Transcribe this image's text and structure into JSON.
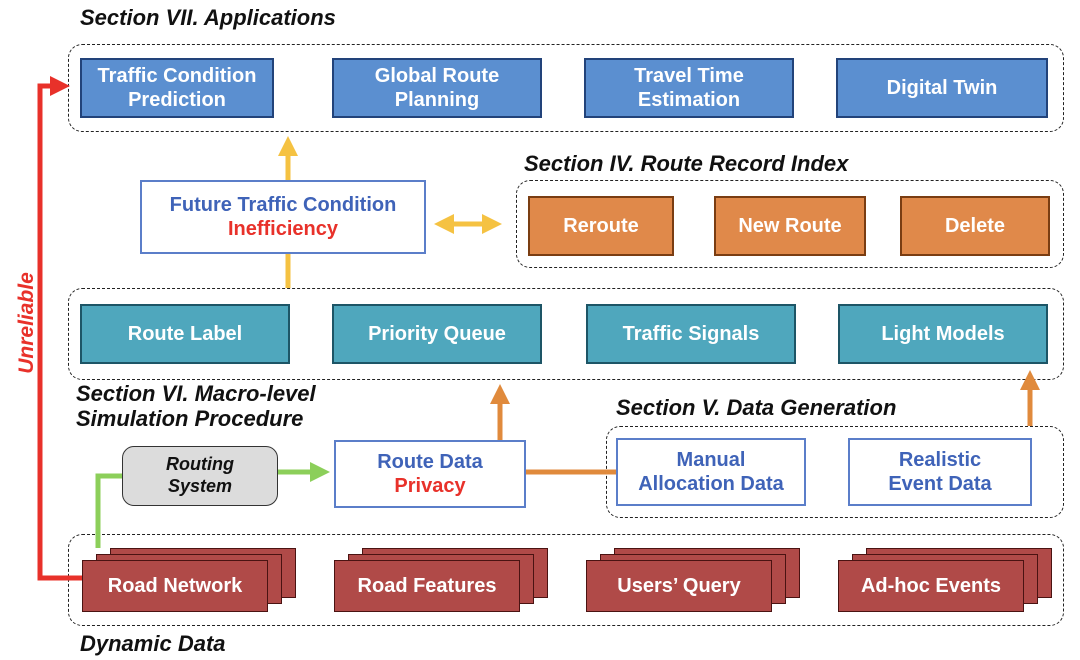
{
  "sections": {
    "applications": "Section VII. Applications",
    "route_record_index": "Section IV. Route Record Index",
    "macro_simulation_line1": "Section VI. Macro-level",
    "macro_simulation_line2": "Simulation Procedure",
    "data_generation": "Section V. Data Generation",
    "dynamic_data": "Dynamic Data"
  },
  "applications": [
    {
      "line1": "Traffic Condition",
      "line2": "Prediction"
    },
    {
      "line1": "Global Route",
      "line2": "Planning"
    },
    {
      "line1": "Travel Time",
      "line2": "Estimation"
    },
    {
      "line1": "Digital Twin",
      "line2": ""
    }
  ],
  "future_traffic": {
    "title": "Future Traffic Condition",
    "issue": "Inefficiency"
  },
  "route_record_ops": [
    "Reroute",
    "New Route",
    "Delete"
  ],
  "simulation_components": [
    "Route Label",
    "Priority Queue",
    "Traffic Signals",
    "Light Models"
  ],
  "routing_system": {
    "line1": "Routing",
    "line2": "System"
  },
  "route_data": {
    "title": "Route Data",
    "issue": "Privacy"
  },
  "data_generation_items": [
    {
      "line1": "Manual",
      "line2": "Allocation Data"
    },
    {
      "line1": "Realistic",
      "line2": "Event Data"
    }
  ],
  "dynamic_data_items": [
    "Road Network",
    "Road Features",
    "Users’ Query",
    "Ad-hoc Events"
  ],
  "side_label": "Unreliable",
  "colors": {
    "application_blue": "#5b8fd0",
    "simulation_teal": "#4fa7bd",
    "route_index_orange": "#e0894a",
    "dynamic_data_red": "#b04a48",
    "issue_red": "#e8312a",
    "arrow_yellow": "#f5c242",
    "arrow_orange": "#e08a3c",
    "arrow_green": "#8ccf5a"
  }
}
